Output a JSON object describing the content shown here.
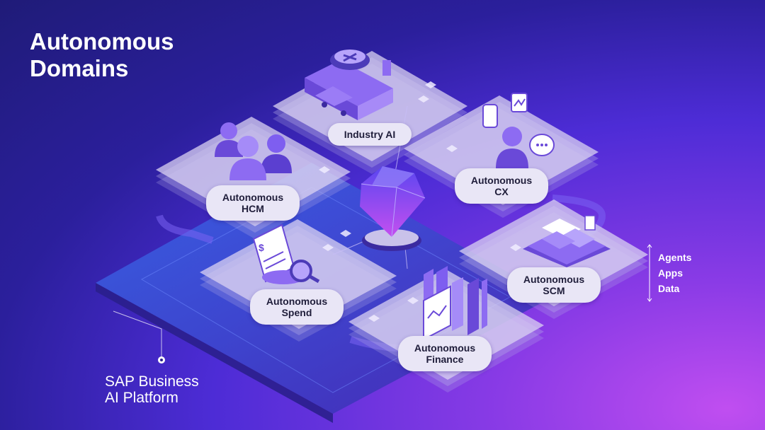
{
  "title": "Autonomous Domains",
  "platform": {
    "line1": "SAP Business",
    "line2": "AI Platform"
  },
  "layers_legend": [
    "Agents",
    "Apps",
    "Data"
  ],
  "domains": {
    "industry_ai": {
      "line1": "Industry AI"
    },
    "hcm": {
      "line1": "Autonomous",
      "line2": "HCM"
    },
    "cx": {
      "line1": "Autonomous",
      "line2": "CX"
    },
    "spend": {
      "line1": "Autonomous",
      "line2": "Spend"
    },
    "scm": {
      "line1": "Autonomous",
      "line2": "SCM"
    },
    "finance": {
      "line1": "Autonomous",
      "line2": "Finance"
    }
  },
  "colors": {
    "background_dark": "#1f1b78",
    "background_accent": "#c04ef0",
    "tile": "#d9d2f2",
    "pill": "#e9e6f6",
    "gem": "#7b45ee"
  },
  "icons": {
    "industry_ai": "factory-truck-icon",
    "hcm": "people-group-icon",
    "cx": "person-chat-icon",
    "spend": "document-magnifier-icon",
    "scm": "cargo-ship-icon",
    "finance": "bar-chart-tablet-icon",
    "center": "ai-gem-icon"
  }
}
